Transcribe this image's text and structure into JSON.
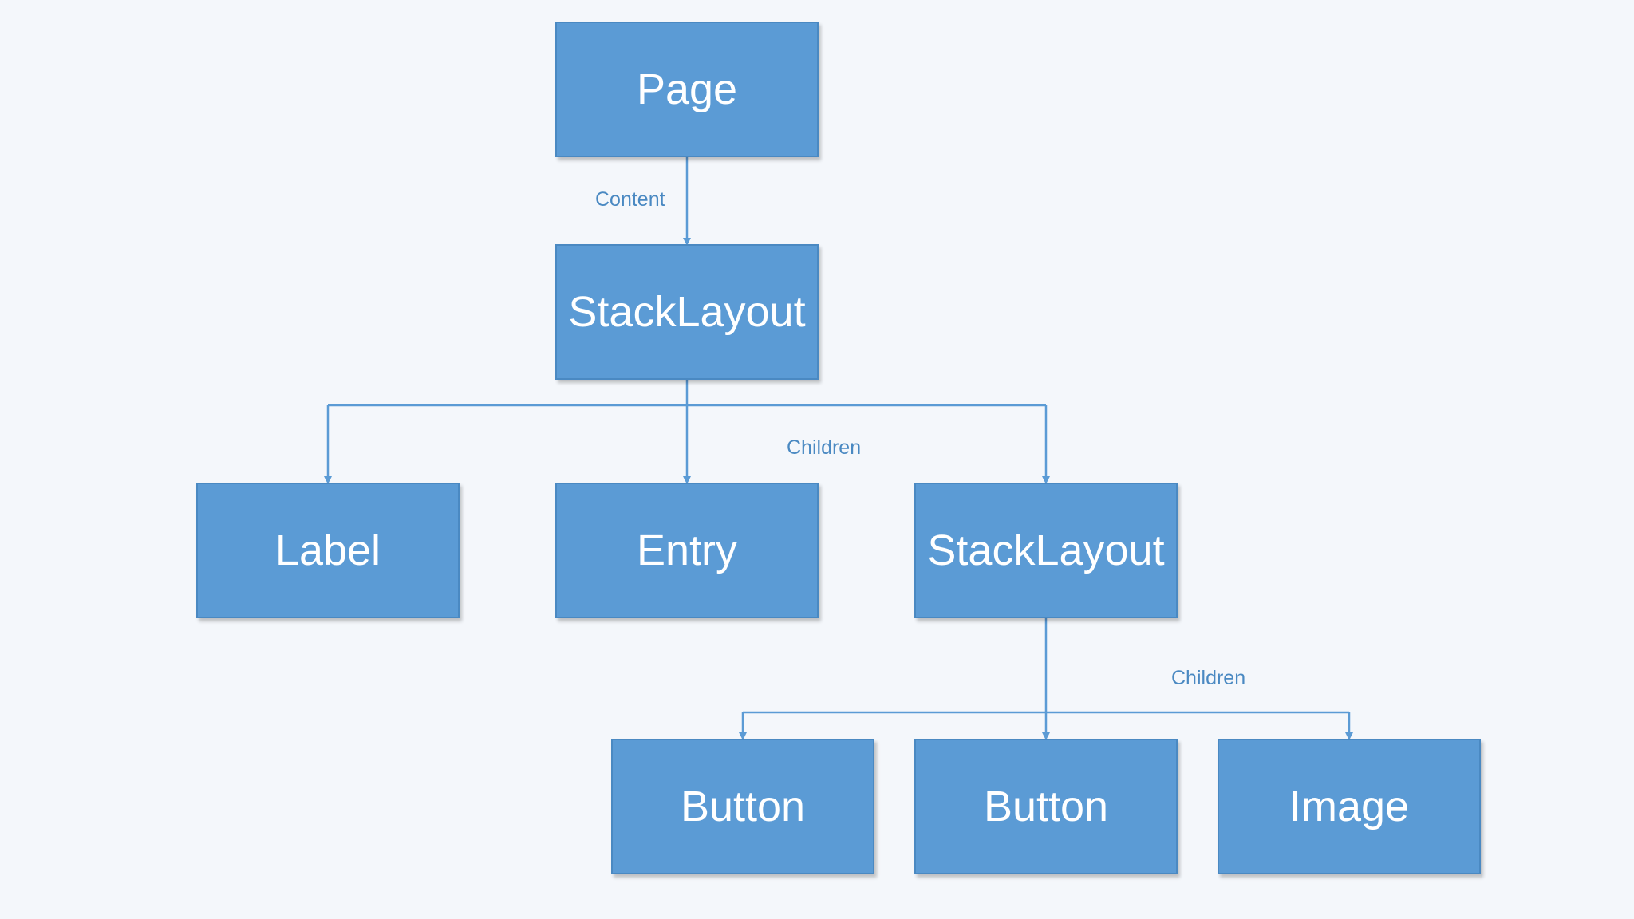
{
  "nodes": {
    "page": "Page",
    "stacklayout_root": "StackLayout",
    "label": "Label",
    "entry": "Entry",
    "stacklayout_child": "StackLayout",
    "button_1": "Button",
    "button_2": "Button",
    "image": "Image"
  },
  "edge_labels": {
    "content": "Content",
    "children_root": "Children",
    "children_nested": "Children"
  },
  "colors": {
    "node_fill": "#5b9bd5",
    "node_border": "#4a89c2",
    "connector": "#5b9bd5",
    "edge_label": "#4a89c2",
    "background": "#f4f7fb"
  }
}
